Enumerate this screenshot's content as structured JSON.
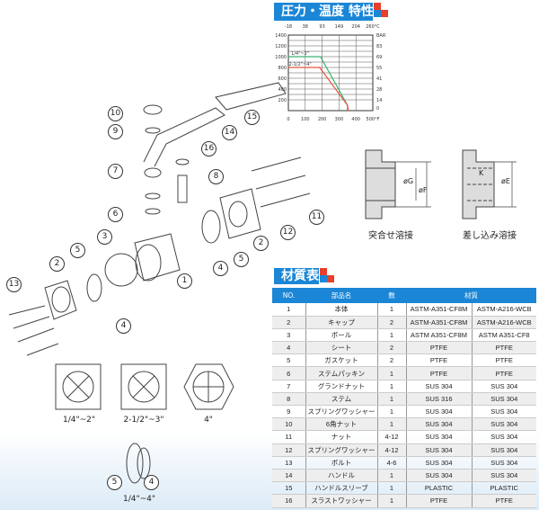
{
  "chart_title": "圧力・温度 特性",
  "chart_data": {
    "type": "line",
    "title": "圧力・温度 特性",
    "x_bottom_label": "°F",
    "x_top_label": "°C",
    "y_left_label": "",
    "y_right_label": "BAR",
    "x_bottom_ticks": [
      "0",
      "100",
      "200",
      "300",
      "400",
      "500°F"
    ],
    "x_top_ticks": [
      "-18",
      "38",
      "93",
      "149",
      "204",
      "260°C"
    ],
    "y_left_ticks": [
      "200",
      "400",
      "600",
      "800",
      "1000",
      "1200",
      "1400"
    ],
    "y_right_ticks": [
      "0",
      "14",
      "28",
      "41",
      "55",
      "69",
      "83",
      "BAR"
    ],
    "xlim": [
      0,
      500
    ],
    "ylim": [
      0,
      1400
    ],
    "grid": true,
    "series": [
      {
        "name": "1/4\"~2\"",
        "color": "#3cb371",
        "points": [
          [
            0,
            1000
          ],
          [
            190,
            1000
          ],
          [
            350,
            100
          ],
          [
            350,
            0
          ]
        ]
      },
      {
        "name": "2-1/2\"~4\"",
        "color": "#e8553a",
        "points": [
          [
            0,
            800
          ],
          [
            185,
            800
          ],
          [
            350,
            100
          ],
          [
            355,
            0
          ]
        ]
      }
    ]
  },
  "weld": {
    "butt_label": "突合せ溶接",
    "socket_label": "差し込み溶接",
    "dim_g": "øG",
    "dim_f": "øF",
    "dim_k": "K",
    "dim_e": "øE"
  },
  "callouts": [
    "10",
    "9",
    "7",
    "6",
    "16",
    "8",
    "14",
    "15",
    "3",
    "5",
    "2",
    "13",
    "4",
    "1",
    "4",
    "5",
    "2",
    "12",
    "11",
    "5",
    "4"
  ],
  "sizes": {
    "a": "1/4\"~2\"",
    "b": "2-1/2\"~3\"",
    "c": "4\"",
    "d": "1/4\"~4\""
  },
  "table_title": "材質表",
  "table": {
    "headers": [
      "NO.",
      "部品名",
      "数",
      "材質"
    ],
    "rows": [
      [
        "1",
        "本体",
        "1",
        "ASTM-A351-CF8M",
        "ASTM-A216-WCB"
      ],
      [
        "2",
        "キャップ",
        "2",
        "ASTM-A351-CF8M",
        "ASTM-A216-WCB"
      ],
      [
        "3",
        "ボール",
        "1",
        "ASTM A351-CF8M",
        "ASTM A351-CF8"
      ],
      [
        "4",
        "シート",
        "2",
        "PTFE",
        "PTFE"
      ],
      [
        "5",
        "ガスケット",
        "2",
        "PTFE",
        "PTFE"
      ],
      [
        "6",
        "ステムパッキン",
        "1",
        "PTFE",
        "PTFE"
      ],
      [
        "7",
        "グランドナット",
        "1",
        "SUS 304",
        "SUS 304"
      ],
      [
        "8",
        "ステム",
        "1",
        "SUS 316",
        "SUS 304"
      ],
      [
        "9",
        "スプリングワッシャー",
        "1",
        "SUS 304",
        "SUS 304"
      ],
      [
        "10",
        "6角ナット",
        "1",
        "SUS 304",
        "SUS 304"
      ],
      [
        "11",
        "ナット",
        "4-12",
        "SUS 304",
        "SUS 304"
      ],
      [
        "12",
        "スプリングワッシャー",
        "4-12",
        "SUS 304",
        "SUS 304"
      ],
      [
        "13",
        "ボルト",
        "4-6",
        "SUS 304",
        "SUS 304"
      ],
      [
        "14",
        "ハンドル",
        "1",
        "SUS 304",
        "SUS 304"
      ],
      [
        "15",
        "ハンドルスリーブ",
        "1",
        "PLASTIC",
        "PLASTIC"
      ],
      [
        "16",
        "スラストワッシャー",
        "1",
        "PTFE",
        "PTFE"
      ]
    ]
  }
}
